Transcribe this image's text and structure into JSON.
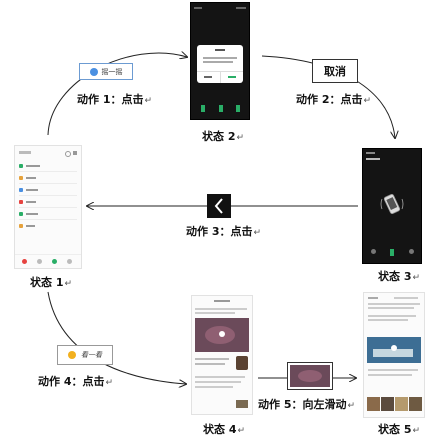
{
  "states": {
    "s1": "状态 1",
    "s2": "状态 2",
    "s3": "状态 3",
    "s4": "状态 4",
    "s5": "状态 5"
  },
  "actions": {
    "a1": "动作 1：点击",
    "a2": "动作 2：点击",
    "a3": "动作 3：点击",
    "a4": "动作 4：点击",
    "a5": "动作 5：向左滑动"
  },
  "return_mark": "↵",
  "buttons": {
    "shake_label": "摇一摇",
    "cancel_label": "取消",
    "look_label": "看一看"
  },
  "colors": {
    "dark_phone": "#141414",
    "accent_green": "#2aae67",
    "arrow": "#222222"
  }
}
